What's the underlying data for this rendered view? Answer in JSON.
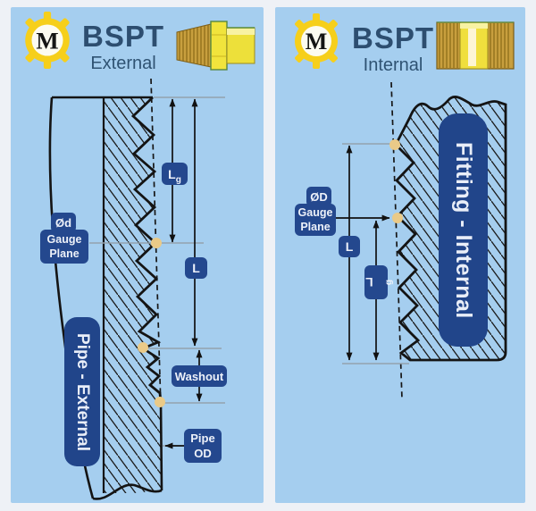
{
  "brand": {
    "logo_letter": "M"
  },
  "panels": {
    "left": {
      "title": "BSPT",
      "subtitle": "External",
      "part_label": "Pipe - External",
      "fitting_icon": "male-threaded-fitting",
      "badges": {
        "gauge_dia": "Ød",
        "gauge_line1": "Gauge",
        "gauge_line2": "Plane",
        "lg_main": "L",
        "lg_sub": "g",
        "l": "L",
        "washout": "Washout",
        "pipe_od_line1": "Pipe",
        "pipe_od_line2": "OD"
      }
    },
    "right": {
      "title": "BSPT",
      "subtitle": "Internal",
      "part_label": "Fitting - Internal",
      "fitting_icon": "female-threaded-coupling",
      "badges": {
        "gauge_dia": "ØD",
        "gauge_line1": "Gauge",
        "gauge_line2": "Plane",
        "l": "L",
        "lg_main": "L",
        "lg_sub": "g"
      }
    }
  },
  "colors": {
    "panel_bg": "#a5ceef",
    "page_bg": "#eef1f6",
    "badge_bg": "#24488e",
    "title_text": "#2d4e70",
    "gear_yellow": "#f6cf1b",
    "brass": "#c89f3e",
    "bright_brass": "#f0df3d",
    "gauge_dot": "#eaca88",
    "line_black": "#161616",
    "line_gray": "#93a2ad"
  }
}
